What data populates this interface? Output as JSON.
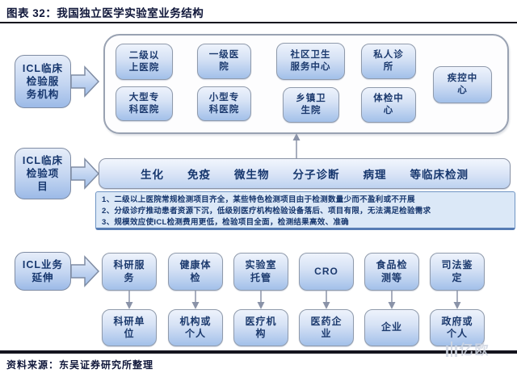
{
  "title": "图表 32：我国独立医学实验室业务结构",
  "left_labels": {
    "organs": "ICL临床检验服务机构",
    "items": "ICL临床检验项目",
    "extension": "ICL业务延伸"
  },
  "institutions": {
    "row1": [
      "二级以上医院",
      "一级医院",
      "社区卫生服务中心",
      "私人诊所"
    ],
    "row2": [
      "大型专科医院",
      "小型专科医院",
      "乡镇卫生院",
      "体检中心"
    ],
    "side": "疾控中心"
  },
  "test_items": "生化　　免疫　　微生物　　分子诊断　　病理　　等临床检测",
  "notes": [
    "1、二级以上医院常规检测项目齐全，某些特色检测项目由于检测数量少而不盈利或不开展",
    "2、分级诊疗推动患者资源下沉，低级别医疗机构检验设备落后、项目有限，无法满足检验需求",
    "3、规模效应使ICL检测费用更低，检验项目全面，检测结果高效、准确"
  ],
  "extensions": [
    {
      "service": "科研服务",
      "client": "科研单位"
    },
    {
      "service": "健康体检",
      "client": "机构或个人"
    },
    {
      "service": "实验室托管",
      "client": "医疗机构"
    },
    {
      "service": "CRO",
      "client": "医药企业"
    },
    {
      "service": "食品检测等",
      "client": "企业"
    },
    {
      "service": "司法鉴定",
      "client": "政府或个人"
    }
  ],
  "source": "资料来源：东吴证券研究所整理",
  "watermark": "亿欧",
  "colors": {
    "text": "#1c3a6e",
    "box_border": "#8f9aab",
    "box_gradient_top": "#eef3fc",
    "box_gradient_bottom": "#a2c0e9",
    "note_fill": "#dbe8f7",
    "note_border": "#6f94c4",
    "rule": "#14141e"
  }
}
